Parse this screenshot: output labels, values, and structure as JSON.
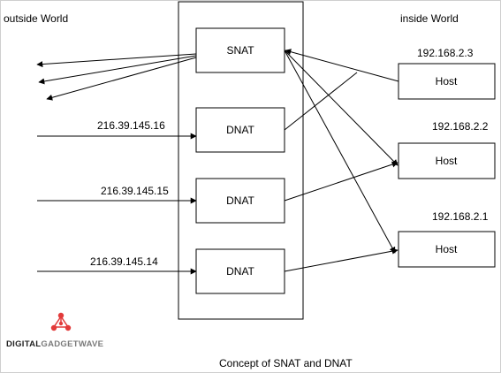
{
  "labels": {
    "outside": "outside World",
    "inside": "inside World",
    "caption": "Concept of SNAT and DNAT"
  },
  "nat_boxes": [
    {
      "id": "snat",
      "label": "SNAT"
    },
    {
      "id": "dnat1",
      "label": "DNAT"
    },
    {
      "id": "dnat2",
      "label": "DNAT"
    },
    {
      "id": "dnat3",
      "label": "DNAT"
    }
  ],
  "public_ips": [
    "216.39.145.16",
    "216.39.145.15",
    "216.39.145.14"
  ],
  "hosts": [
    {
      "ip": "192.168.2.3",
      "label": "Host"
    },
    {
      "ip": "192.168.2.2",
      "label": "Host"
    },
    {
      "ip": "192.168.2.1",
      "label": "Host"
    }
  ],
  "logo": {
    "text_dark": "DIGITAL",
    "text_light": "GADGETWAVE",
    "icon": "network-nodes-icon",
    "accent_color": "#e23a3a",
    "dark_color": "#222222",
    "light_color": "#7a7a7a"
  },
  "colors": {
    "line": "#000000",
    "box_border": "#000000",
    "box_fill": "#ffffff"
  }
}
